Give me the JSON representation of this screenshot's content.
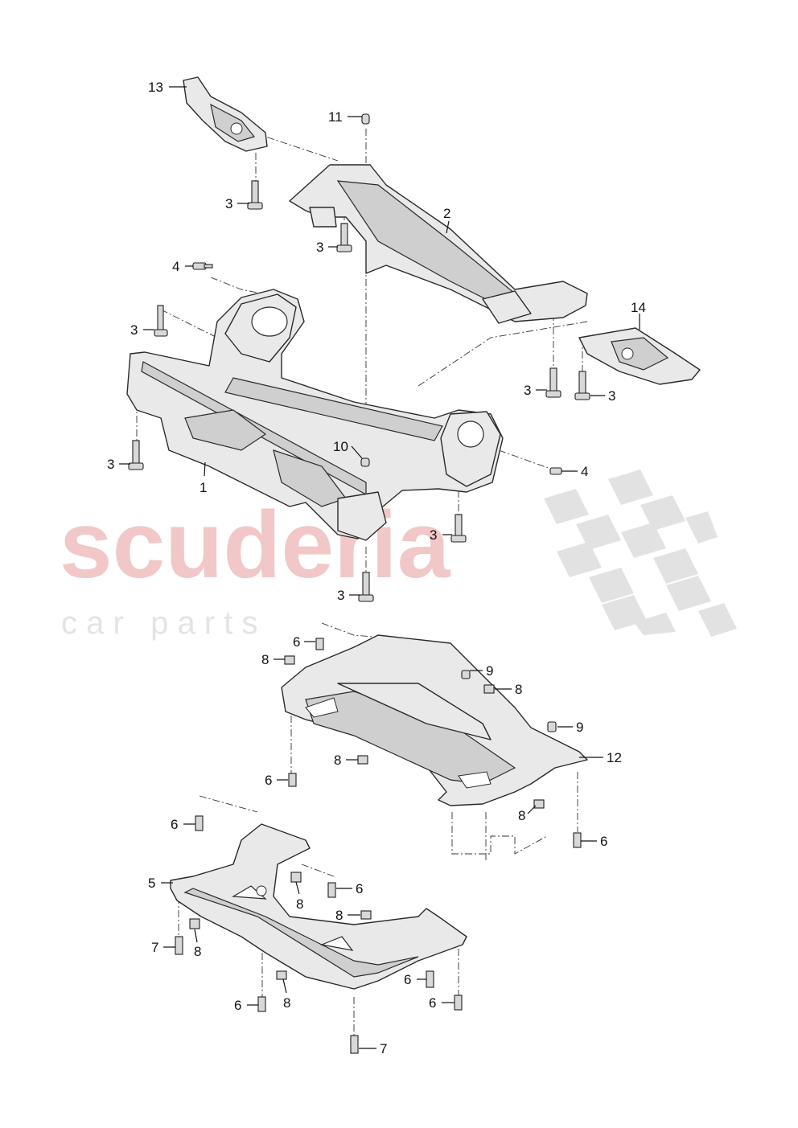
{
  "watermark": {
    "brand": "scuderia",
    "tagline": "c a r   p a r t s",
    "brand_color": "#f2c7c7",
    "checker_color": "#e2e2e2"
  },
  "callouts": {
    "c13": "13",
    "c11": "11",
    "c2": "2",
    "c3a": "3",
    "c3b": "3",
    "c4a": "4",
    "c3c": "3",
    "c14": "14",
    "c3d": "3",
    "c3e": "3",
    "c3f": "3",
    "c10": "10",
    "c4b": "4",
    "c1": "1",
    "c3g": "3",
    "c3h": "3",
    "c6a": "6",
    "c8a": "8",
    "c9a": "9",
    "c8b": "8",
    "c9b": "9",
    "c12": "12",
    "c8c": "8",
    "c6b": "6",
    "c6c": "6",
    "c8d": "8",
    "c6d": "6",
    "c5": "5",
    "c6e": "6",
    "c8e": "8",
    "c8f": "8",
    "c7a": "7",
    "c8g": "8",
    "c6f": "6",
    "c6g": "6",
    "c8h": "8",
    "c6h": "6",
    "c7b": "7"
  },
  "icons": {
    "bolt": "bolt-icon",
    "clip_nut": "clip-nut-icon"
  }
}
